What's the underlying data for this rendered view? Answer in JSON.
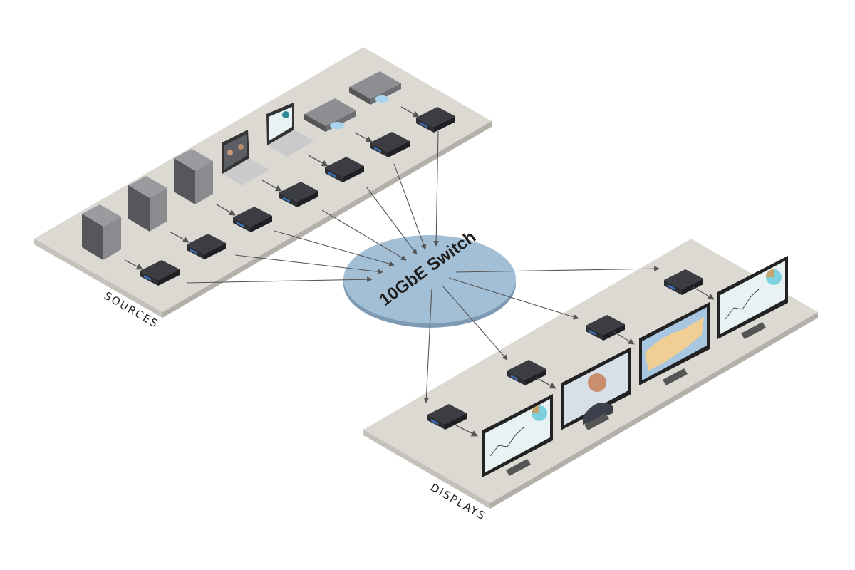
{
  "diagram": {
    "switch_label": "10GbE Switch",
    "sources_label": "SOURCES",
    "displays_label": "DISPLAYS",
    "sources": [
      {
        "type": "tower-pc"
      },
      {
        "type": "tower-pc"
      },
      {
        "type": "tower-pc"
      },
      {
        "type": "laptop-video-call"
      },
      {
        "type": "laptop-dashboard"
      },
      {
        "type": "disc-player"
      },
      {
        "type": "disc-player"
      }
    ],
    "displays": [
      {
        "content": "dashboard"
      },
      {
        "content": "video-call-person"
      },
      {
        "content": "us-map"
      },
      {
        "content": "dashboard"
      }
    ],
    "colors": {
      "platform_top": "#dcd9d3",
      "platform_side": "#c4c1bb",
      "switch_fill": "#a3bfd6",
      "switch_edge": "#7e9ab2",
      "arrow": "#555555",
      "encoder": "#2e2f33",
      "encoder_port": "#3a6fb3"
    }
  }
}
